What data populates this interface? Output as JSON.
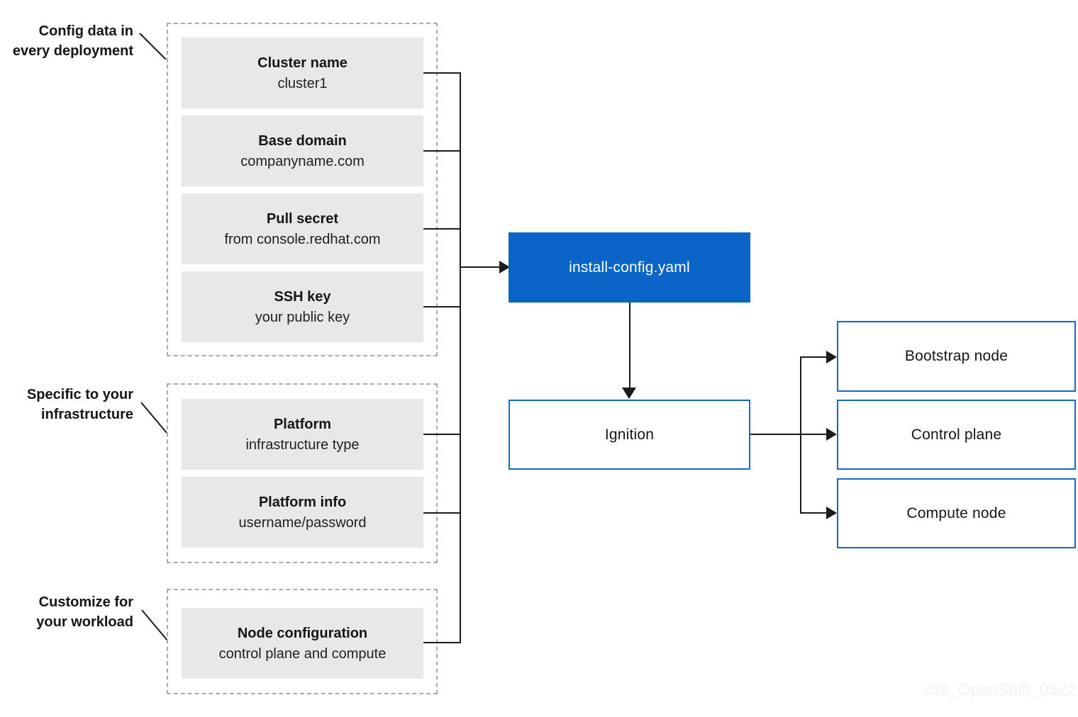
{
  "colors": {
    "accent_blue_fill": "#0b64c8",
    "accent_blue_border": "#1567d3",
    "box_gray": "#e8e8e8",
    "dashed_border": "#ababab",
    "line_black": "#1b1b1b",
    "text": "#151515",
    "watermark": "#f2f2f2"
  },
  "annotations": [
    {
      "line1": "Config data in",
      "line2": "every deployment"
    },
    {
      "line1": "Specific to your",
      "line2": "infrastructure"
    },
    {
      "line1": "Customize for",
      "line2": "your workload"
    }
  ],
  "groups": [
    {
      "boxes": [
        {
          "title": "Cluster name",
          "subtitle": "cluster1"
        },
        {
          "title": "Base domain",
          "subtitle": "companyname.com"
        },
        {
          "title": "Pull secret",
          "subtitle": "from console.redhat.com"
        },
        {
          "title": "SSH key",
          "subtitle": "your public key"
        }
      ]
    },
    {
      "boxes": [
        {
          "title": "Platform",
          "subtitle": "infrastructure type"
        },
        {
          "title": "Platform info",
          "subtitle": "username/password"
        }
      ]
    },
    {
      "boxes": [
        {
          "title": "Node configuration",
          "subtitle": "control plane and compute"
        }
      ]
    }
  ],
  "flow": {
    "config_file": "install-config.yaml",
    "ignition": "Ignition",
    "nodes": [
      "Bootstrap node",
      "Control plane",
      "Compute node"
    ]
  },
  "watermark": "259_OpenShift_0522"
}
